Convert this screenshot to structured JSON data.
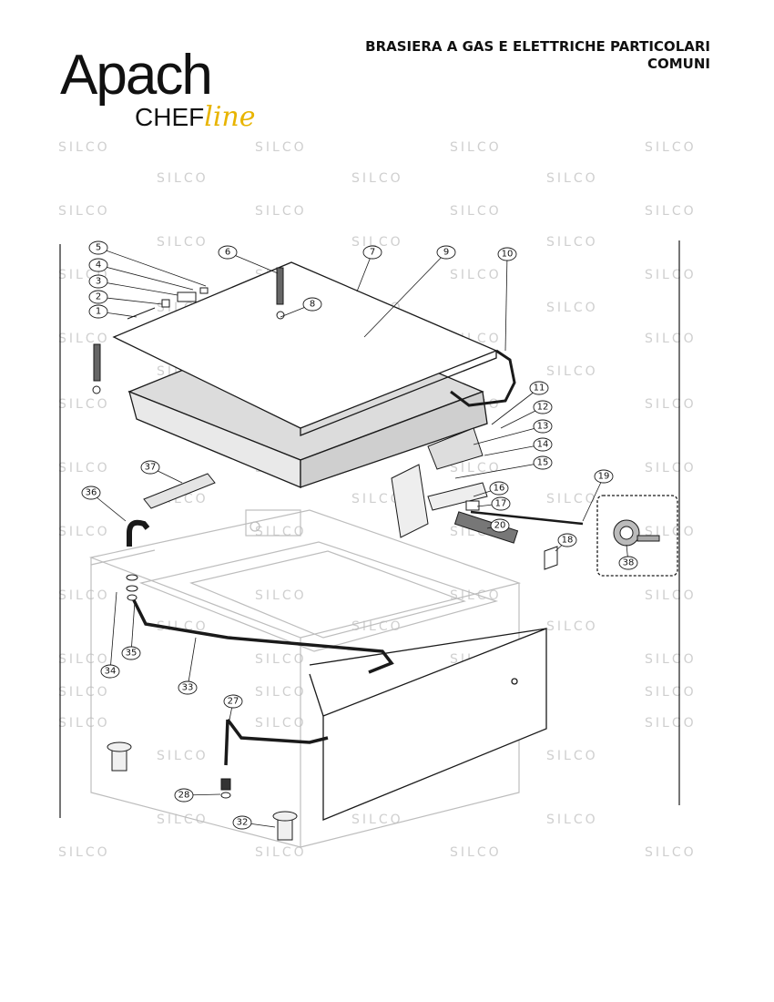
{
  "header": {
    "title_line1": "BRASIERA A GAS E ELETTRICHE PARTICOLARI",
    "title_line2": "COMUNI"
  },
  "logo": {
    "main": "Apach",
    "sub": "CHEF",
    "script": "line"
  },
  "watermark": "SILCO",
  "colors": {
    "line": "#1a1a1a",
    "faint": "#bdbdbd",
    "logo_accent": "#e8b400",
    "watermark": "#cfcfcf"
  },
  "callouts": [
    {
      "id": "1",
      "label": "1"
    },
    {
      "id": "2",
      "label": "2"
    },
    {
      "id": "3",
      "label": "3"
    },
    {
      "id": "4",
      "label": "4"
    },
    {
      "id": "5",
      "label": "5"
    },
    {
      "id": "6",
      "label": "6"
    },
    {
      "id": "7",
      "label": "7"
    },
    {
      "id": "8",
      "label": "8"
    },
    {
      "id": "9",
      "label": "9"
    },
    {
      "id": "10",
      "label": "10"
    },
    {
      "id": "11",
      "label": "11"
    },
    {
      "id": "12",
      "label": "12"
    },
    {
      "id": "13",
      "label": "13"
    },
    {
      "id": "14",
      "label": "14"
    },
    {
      "id": "15",
      "label": "15"
    },
    {
      "id": "16",
      "label": "16"
    },
    {
      "id": "17",
      "label": "17"
    },
    {
      "id": "18",
      "label": "18"
    },
    {
      "id": "19",
      "label": "19"
    },
    {
      "id": "20",
      "label": "20"
    },
    {
      "id": "27",
      "label": "27"
    },
    {
      "id": "28",
      "label": "28"
    },
    {
      "id": "32",
      "label": "32"
    },
    {
      "id": "33",
      "label": "33"
    },
    {
      "id": "34",
      "label": "34"
    },
    {
      "id": "35",
      "label": "35"
    },
    {
      "id": "36",
      "label": "36"
    },
    {
      "id": "37",
      "label": "37"
    },
    {
      "id": "38",
      "label": "38"
    }
  ]
}
